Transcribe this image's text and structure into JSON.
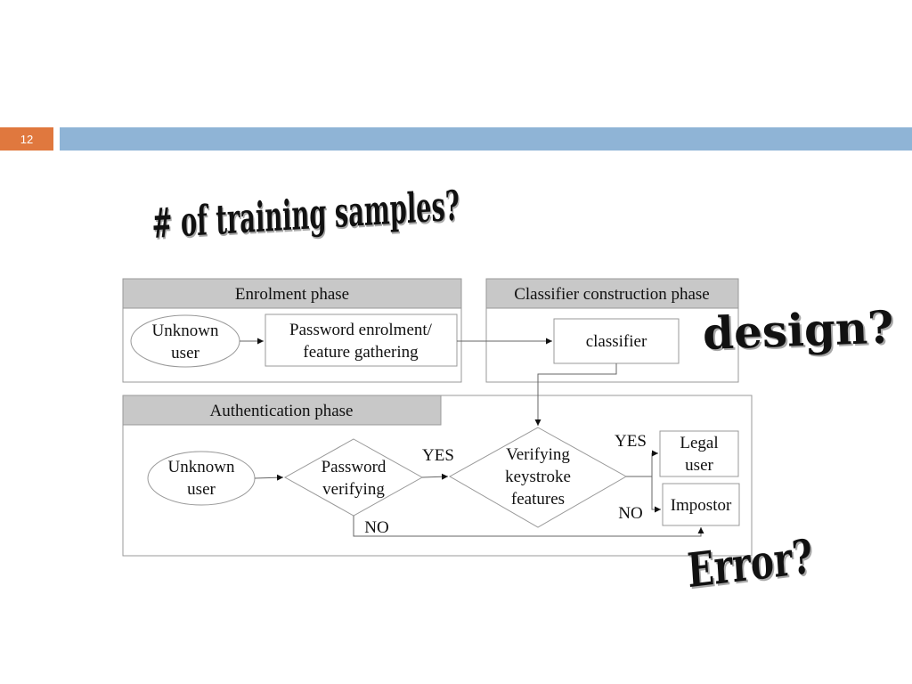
{
  "slide": {
    "number": "12"
  },
  "annotations": {
    "training_samples": "# of training samples?",
    "design": "design?",
    "error": "Error?"
  },
  "diagram": {
    "enrolment_phase": {
      "title": "Enrolment phase",
      "unknown_user": [
        "Unknown",
        "user"
      ],
      "password_enrolment": [
        "Password enrolment/",
        "feature gathering"
      ]
    },
    "classifier_phase": {
      "title": "Classifier construction phase",
      "classifier": "classifier"
    },
    "authentication_phase": {
      "title": "Authentication phase",
      "unknown_user": [
        "Unknown",
        "user"
      ],
      "password_verifying": [
        "Password",
        "verifying"
      ],
      "verifying_keystroke": [
        "Verifying",
        "keystroke",
        "features"
      ],
      "legal_user": [
        "Legal",
        "user"
      ],
      "impostor": "Impostor",
      "yes1": "YES",
      "yes2": "YES",
      "no1": "NO",
      "no2": "NO"
    }
  },
  "colors": {
    "slide_number_bg": "#e0783e",
    "top_bar": "#8fb4d6",
    "phase_header": "#c8c8c8"
  }
}
